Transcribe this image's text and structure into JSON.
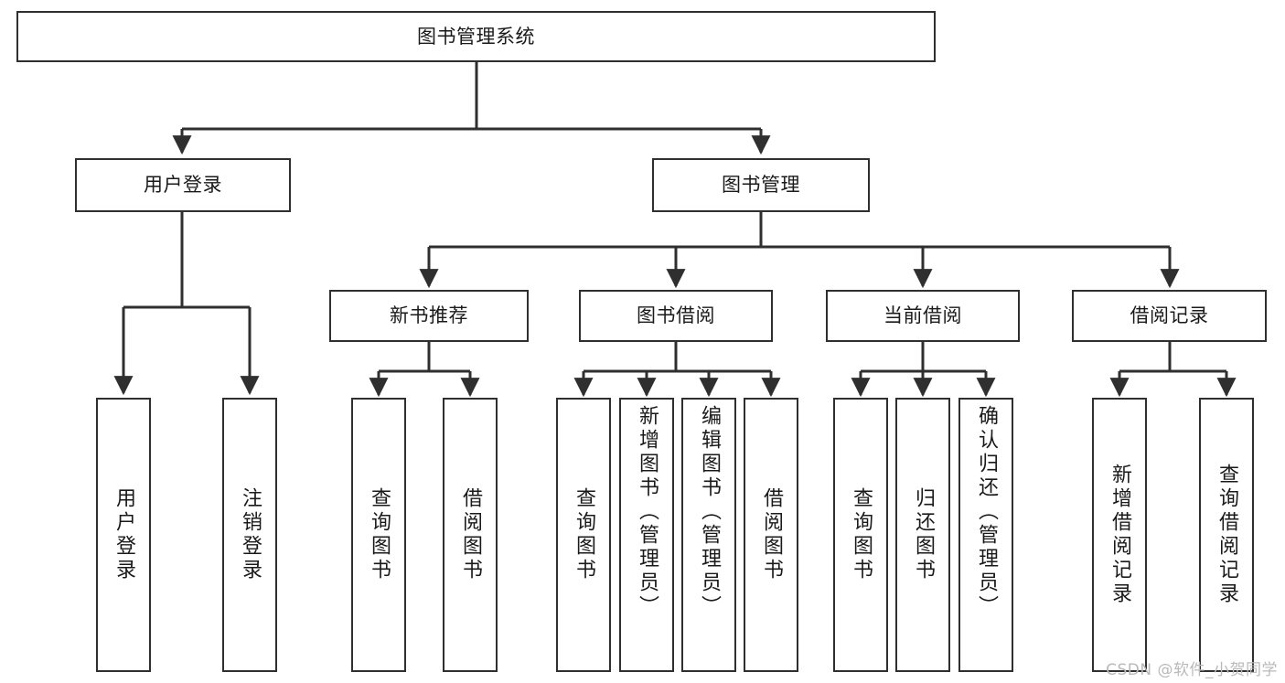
{
  "diagram": {
    "title": "图书管理系统",
    "type": "hierarchy-tree",
    "root": {
      "id": "root",
      "label": "图书管理系统"
    },
    "level2": [
      {
        "id": "user-login",
        "label": "用户登录"
      },
      {
        "id": "book-manage",
        "label": "图书管理"
      }
    ],
    "level3": [
      {
        "id": "new-book-rec",
        "label": "新书推荐",
        "parent": "book-manage"
      },
      {
        "id": "book-borrow",
        "label": "图书借阅",
        "parent": "book-manage"
      },
      {
        "id": "current-borrow",
        "label": "当前借阅",
        "parent": "book-manage"
      },
      {
        "id": "borrow-record",
        "label": "借阅记录",
        "parent": "book-manage"
      }
    ],
    "leaves": {
      "user-login": [
        {
          "id": "leaf-user-login",
          "label": "用户登录"
        },
        {
          "id": "leaf-logout",
          "label": "注销登录"
        }
      ],
      "new-book-rec": [
        {
          "id": "leaf-query-book-1",
          "label": "查询图书"
        },
        {
          "id": "leaf-borrow-book-1",
          "label": "借阅图书"
        }
      ],
      "book-borrow": [
        {
          "id": "leaf-query-book-2",
          "label": "查询图书"
        },
        {
          "id": "leaf-add-book",
          "label": "新增图书（管理员）"
        },
        {
          "id": "leaf-edit-book",
          "label": "编辑图书（管理员）"
        },
        {
          "id": "leaf-borrow-book-2",
          "label": "借阅图书"
        }
      ],
      "current-borrow": [
        {
          "id": "leaf-query-book-3",
          "label": "查询图书"
        },
        {
          "id": "leaf-return-book",
          "label": "归还图书"
        },
        {
          "id": "leaf-confirm-return",
          "label": "确认归还（管理员）"
        }
      ],
      "borrow-record": [
        {
          "id": "leaf-add-record",
          "label": "新增借阅记录"
        },
        {
          "id": "leaf-query-record",
          "label": "查询借阅记录"
        }
      ]
    }
  },
  "watermark": {
    "text": "CSDN @软件_小贺同学"
  },
  "colors": {
    "stroke": "#2f2f2f",
    "fill": "#ffffff",
    "text": "#1a1a1a",
    "watermark": "#b9b9b9"
  }
}
